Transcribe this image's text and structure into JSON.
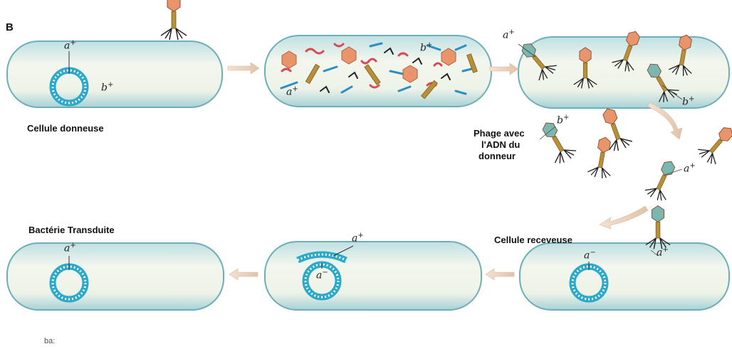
{
  "panel_letter": "B",
  "labels": {
    "donor_cell": "Cellule donneuse",
    "phage_line1": "Phage avec",
    "phage_line2": "l'ADN du",
    "phage_line3": "donneur",
    "recipient_cell": "Cellule receveuse",
    "transduced": "Bactérie Transduite",
    "cropped_text": "ba:"
  },
  "genes": {
    "a": "a",
    "b": "b",
    "plus": "+",
    "minus": "−"
  },
  "colors": {
    "cell_fill": "#e8f3ef",
    "cell_edge": "#6faeb8",
    "dna": "#2aa9c8",
    "arrow": "#e8cdb6",
    "phage_head_orange": "#e9946a",
    "phage_head_teal": "#7ab7b0",
    "phage_tail": "#b9903a",
    "phage_legs": "#1a1a1a",
    "fragment_red": "#d84b55",
    "fragment_blue": "#2b8fc2"
  }
}
